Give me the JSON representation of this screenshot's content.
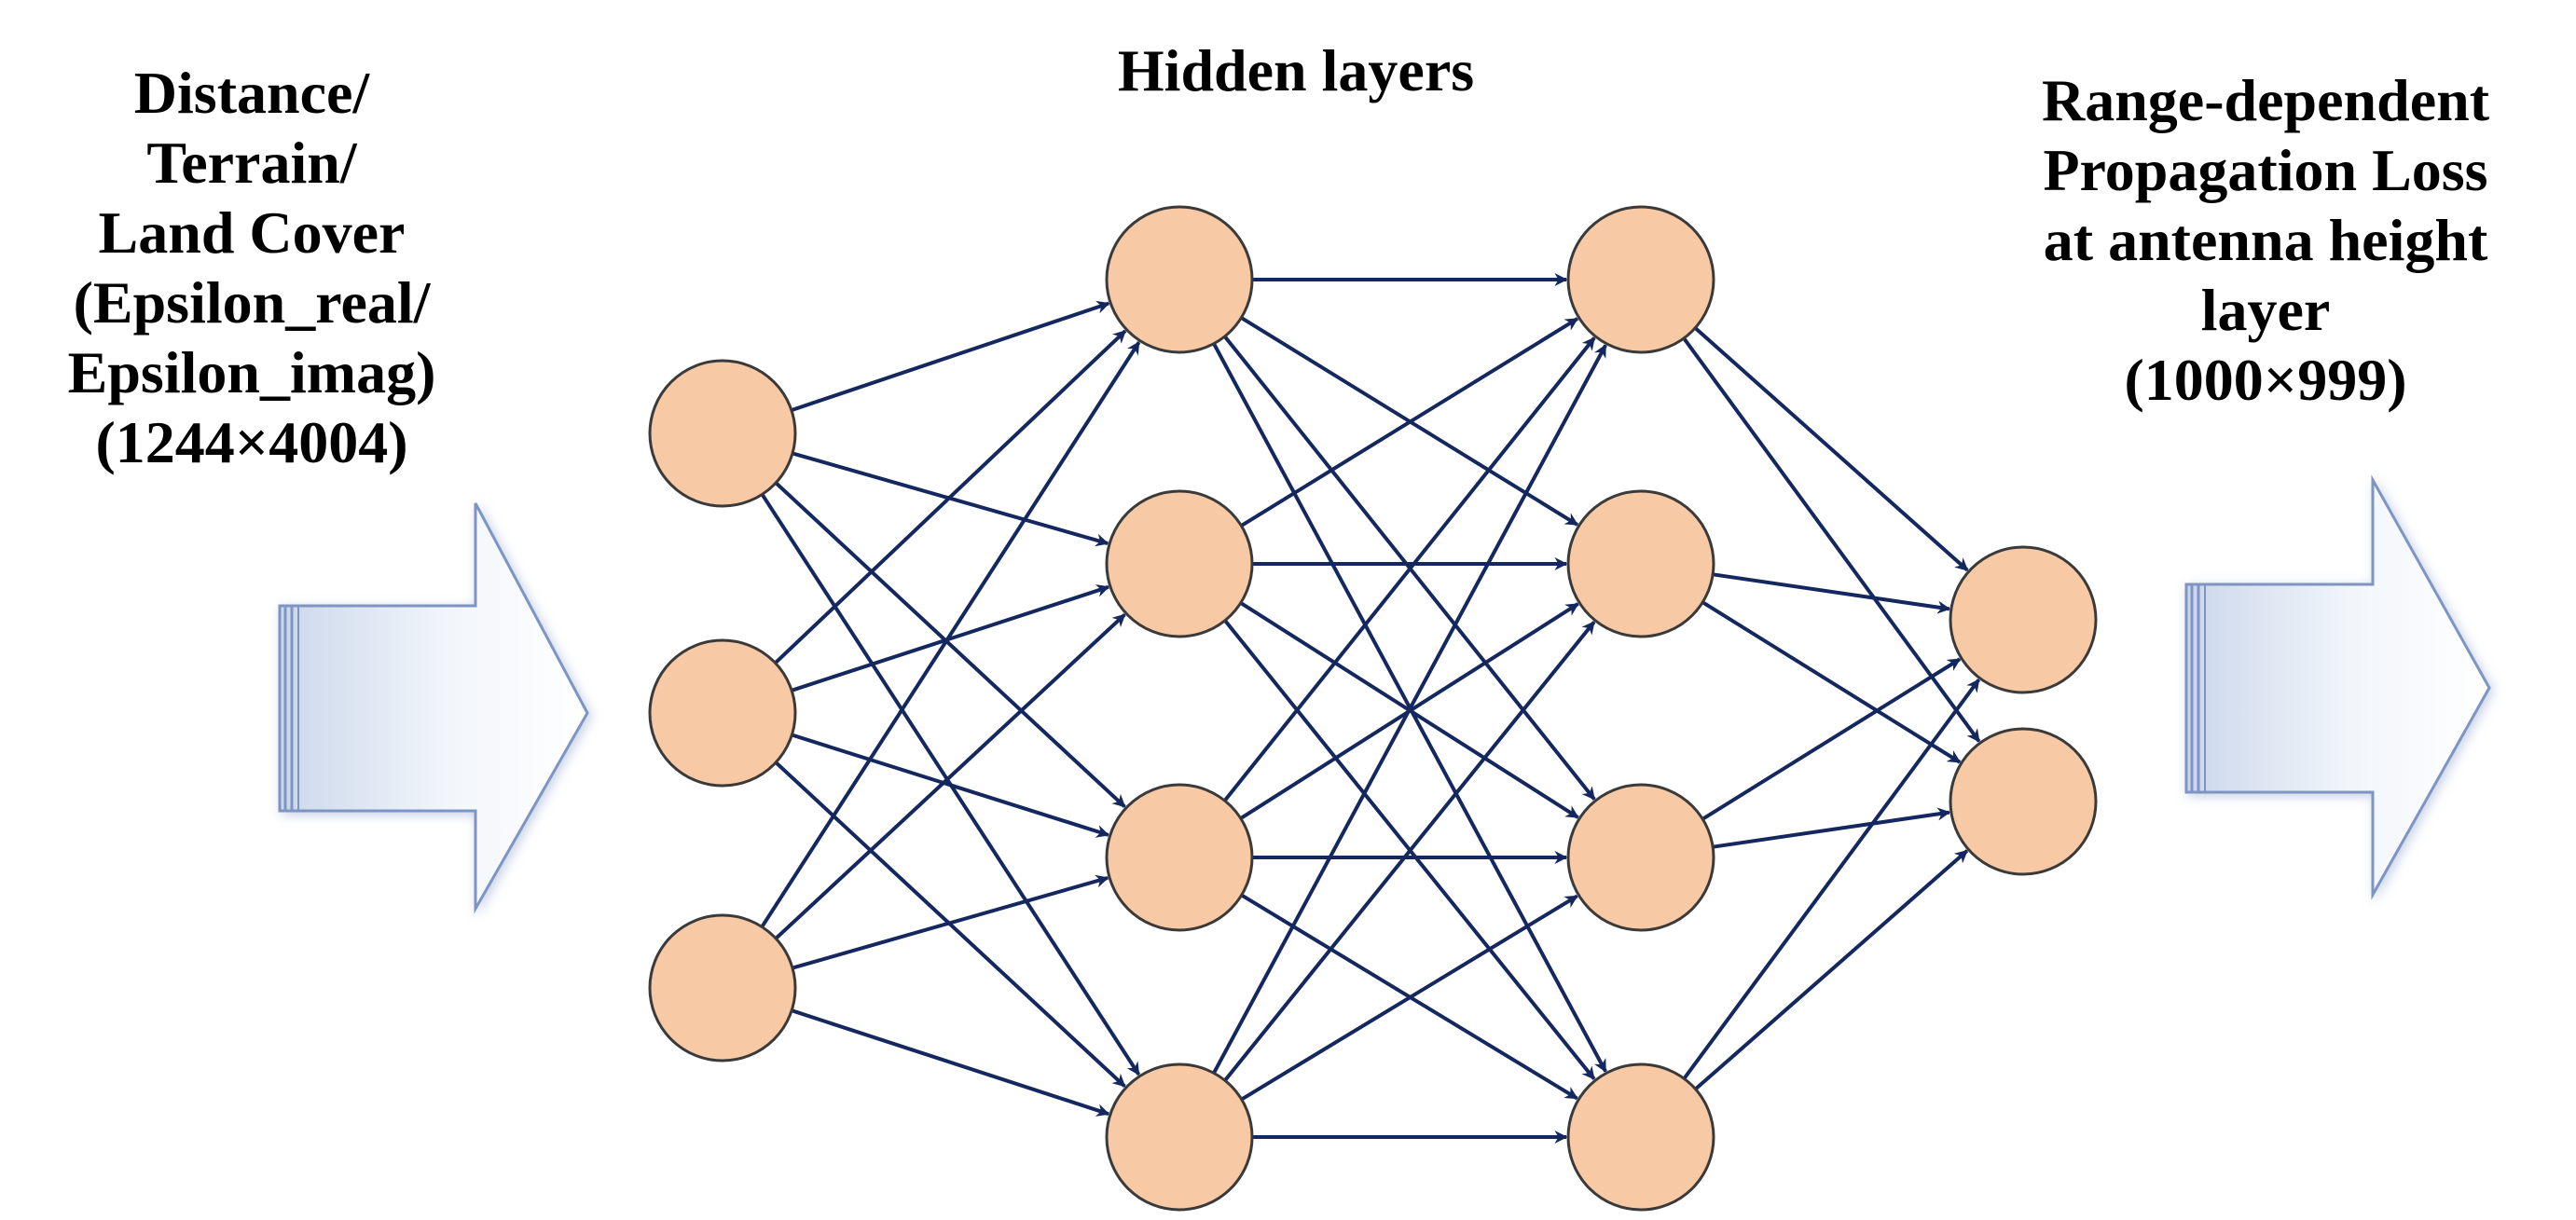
{
  "input_label": {
    "lines": [
      "Distance/",
      "Terrain/",
      "Land Cover",
      "(Epsilon_real/",
      "Epsilon_imag)",
      "(1244×4004)"
    ]
  },
  "hidden_label": "Hidden layers",
  "output_label": {
    "lines": [
      "Range-dependent",
      "Propagation Loss",
      "at antenna height",
      "layer",
      "(1000×999)"
    ]
  },
  "network": {
    "layers": [
      3,
      4,
      4,
      2
    ],
    "connectivity": "fully-connected",
    "edge_style": "arrow"
  },
  "colors": {
    "node_fill": "#F8C9A5",
    "node_stroke": "#3a3a3a",
    "edge": "#14285F",
    "arrow_fill_light": "#ffffff",
    "arrow_fill_dark": "#CBD7EA",
    "arrow_stroke": "#7E95C4"
  },
  "icons": {
    "input_arrow": "block-arrow-right",
    "output_arrow": "block-arrow-right"
  }
}
